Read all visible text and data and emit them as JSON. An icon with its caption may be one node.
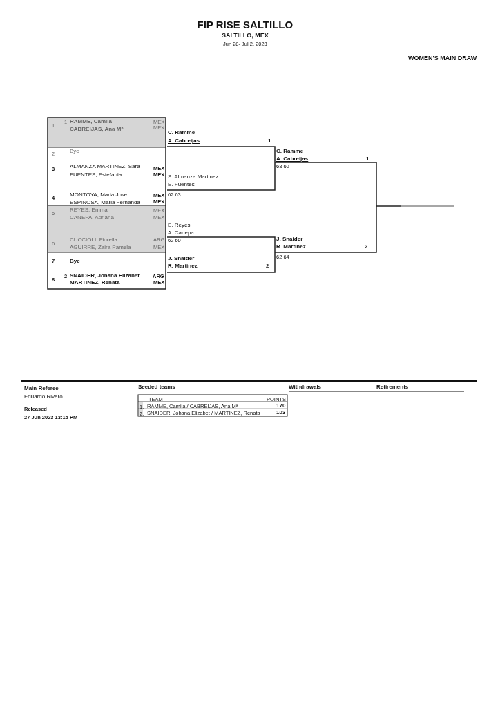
{
  "diagram": {
    "title": "FIP RISE SALTILLO",
    "labels": [
      "SALTILLO, MEX",
      "Jun 28- Jul 2, 2023",
      "WOMEN'S MAIN DRAW",
      "1",
      "1",
      "RAMME, Camila",
      "MEX",
      "CABREIJAS, Ana Mª",
      "MEX",
      "C. Ramme",
      "A. Cabreijas",
      "1",
      "2",
      "Bye",
      "C. Ramme",
      "A. Cabreijas",
      "1",
      "63 60",
      "3",
      "ALMANZA MARTINEZ, Sara",
      "MEX",
      "FUENTES, Estefania",
      "MEX",
      "S. Almanza Martinez",
      "E. Fuentes",
      "4",
      "MONTOYA, Maria Jose",
      "MEX",
      "62 63",
      "ESPINOSA, Maria Fernanda",
      "MEX",
      "5",
      "REYES, Emma",
      "MEX",
      "CANEPA, Adriana",
      "MEX",
      "E. Reyes",
      "A. Canepa",
      "6",
      "CUCCIOLI, Fiorella",
      "ARG",
      "62 60",
      "AGUIRRE, Zaira Pamela",
      "MEX",
      "J. Snaider",
      "R. Martinez",
      "2",
      "62 64",
      "7",
      "Bye",
      "J. Snaider",
      "R. Martinez",
      "2",
      "8",
      "2",
      "SNAIDER, Johana Elizabet",
      "ARG",
      "MARTINEZ, Renata",
      "MEX",
      "Main Referee",
      "Eduardo Rivero",
      "Released",
      "27 Jun 2023 13:15 PM",
      "Seeded teams",
      "TEAM",
      "POINTS",
      "1.",
      "RAMME, Camila / CABREIJAS, Ana Mª",
      "170",
      "2.",
      "SNAIDER, Johana Elizabet / MARTINEZ, Renata",
      "103",
      "Withdrawals",
      "Retirements"
    ]
  }
}
